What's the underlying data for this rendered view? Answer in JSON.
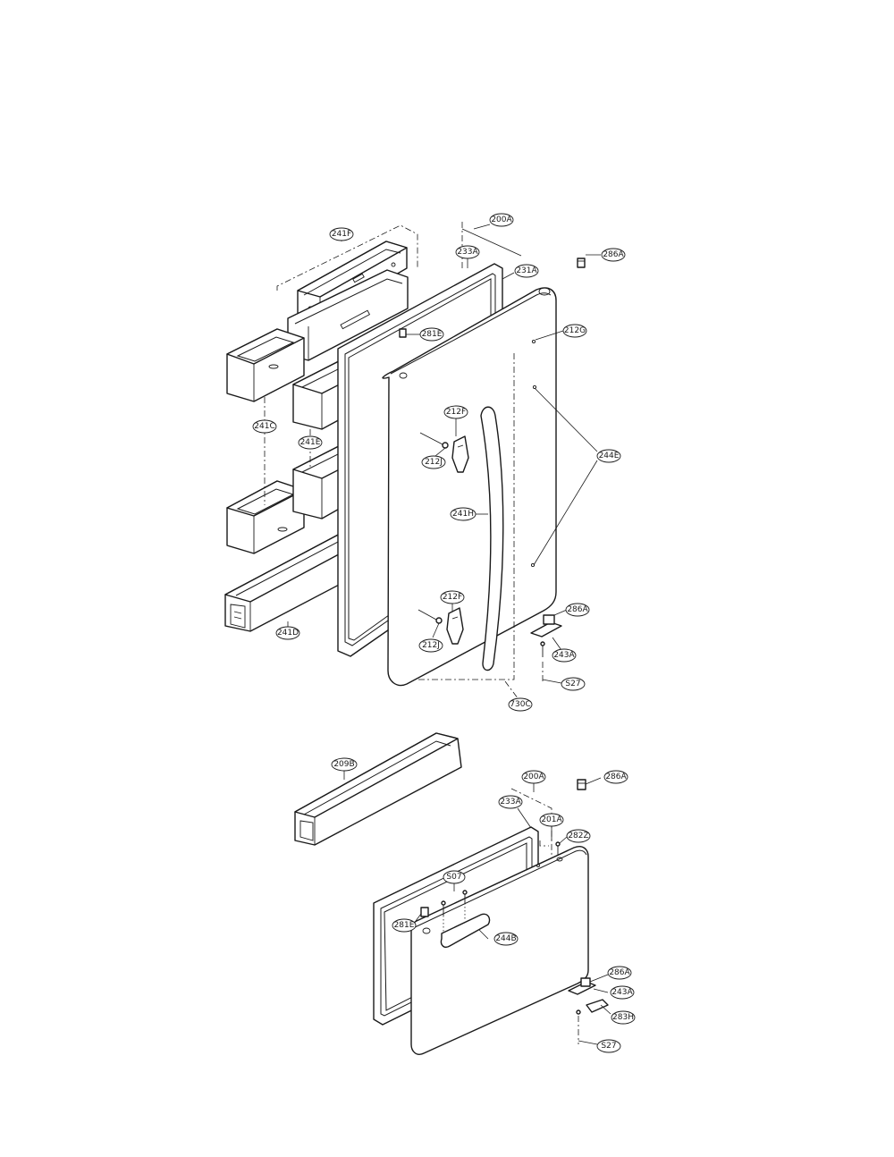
{
  "callouts": {
    "c_241f": "241F",
    "c_200a_top": "200A",
    "c_233a_top": "233A",
    "c_231a": "231A",
    "c_286a_top": "286A",
    "c_281e_top": "281E",
    "c_212g": "212G",
    "c_241c": "241C",
    "c_241e": "241E",
    "c_212f_top": "212F",
    "c_212j_top": "212J",
    "c_244e": "244E",
    "c_241h": "241H",
    "c_241d": "241D",
    "c_212f_bot": "212F",
    "c_212j_bot": "212J",
    "c_286a_hinge": "286A",
    "c_243a_top": "243A",
    "c_s27_top": "S27",
    "c_730c": "730C",
    "c_209b": "209B",
    "c_200a_bot": "200A",
    "c_286a_bot": "286A",
    "c_233a_bot": "233A",
    "c_201a": "201A",
    "c_282z": "282Z",
    "c_s07": "S07",
    "c_281e_bot": "281E",
    "c_244b": "244B",
    "c_286a_low": "286A",
    "c_243a_bot": "243A",
    "c_283h": "283H",
    "c_s27_bot": "S27"
  }
}
